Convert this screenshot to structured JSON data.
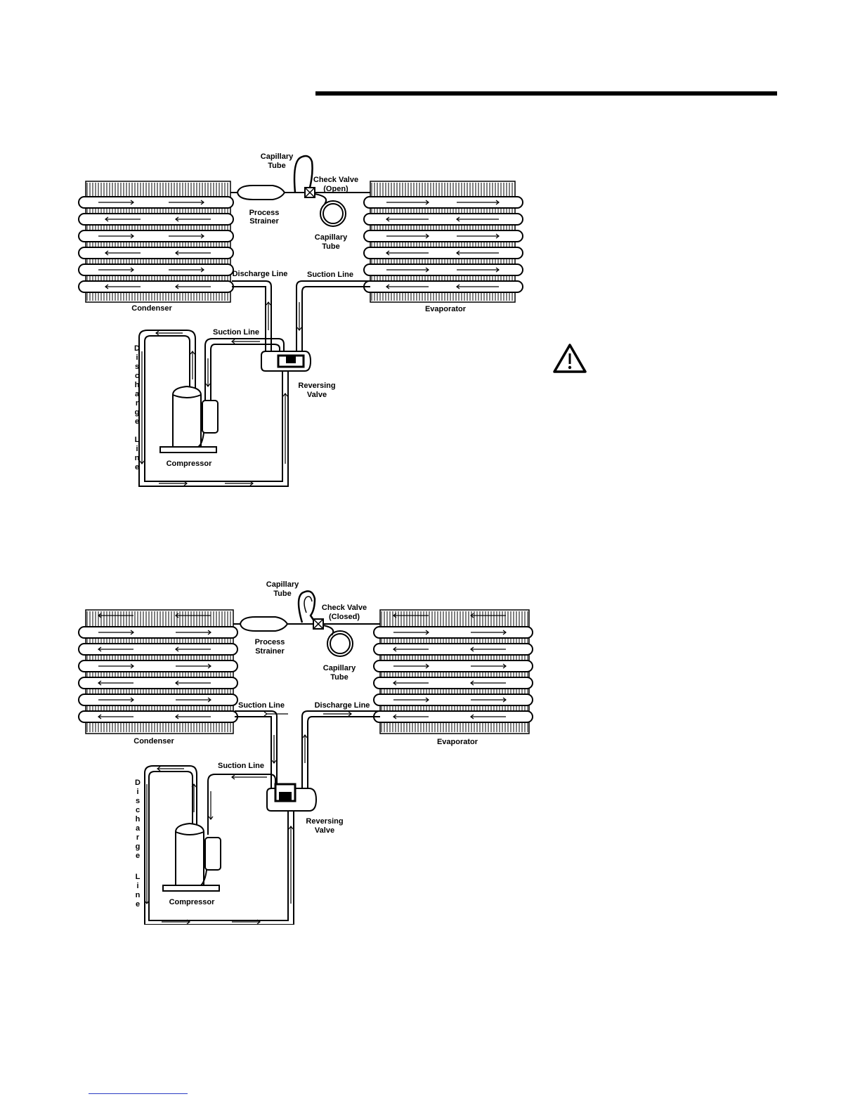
{
  "diagram1": {
    "capillary_tube_top": [
      "Capillary",
      "Tube"
    ],
    "check_valve": [
      "Check Valve",
      "(Open)"
    ],
    "process_strainer": [
      "Process",
      "Strainer"
    ],
    "capillary_tube_coil": [
      "Capillary",
      "Tube"
    ],
    "discharge_line": "Discharge Line",
    "suction_line_right": "Suction Line",
    "condenser": "Condenser",
    "evaporator": "Evaporator",
    "suction_line_comp": "Suction Line",
    "reversing_valve": [
      "Reversing",
      "Valve"
    ],
    "compressor": "Compressor",
    "discharge_line_vertical": [
      "D",
      "i",
      "s",
      "c",
      "h",
      "a",
      "r",
      "g",
      "e",
      "",
      "L",
      "i",
      "n",
      "e"
    ]
  },
  "diagram2": {
    "capillary_tube_top": [
      "Capillary",
      "Tube"
    ],
    "check_valve": [
      "Check Valve",
      "(Closed)"
    ],
    "process_strainer": [
      "Process",
      "Strainer"
    ],
    "capillary_tube_coil": [
      "Capillary",
      "Tube"
    ],
    "suction_line_left": "Suction Line",
    "discharge_line_right": "Discharge Line",
    "condenser": "Condenser",
    "evaporator": "Evaporator",
    "suction_line_comp": "Suction Line",
    "reversing_valve": [
      "Reversing",
      "Valve"
    ],
    "compressor": "Compressor",
    "discharge_line_vertical": [
      "D",
      "i",
      "s",
      "c",
      "h",
      "a",
      "r",
      "g",
      "e",
      "",
      "L",
      "i",
      "n",
      "e"
    ]
  }
}
